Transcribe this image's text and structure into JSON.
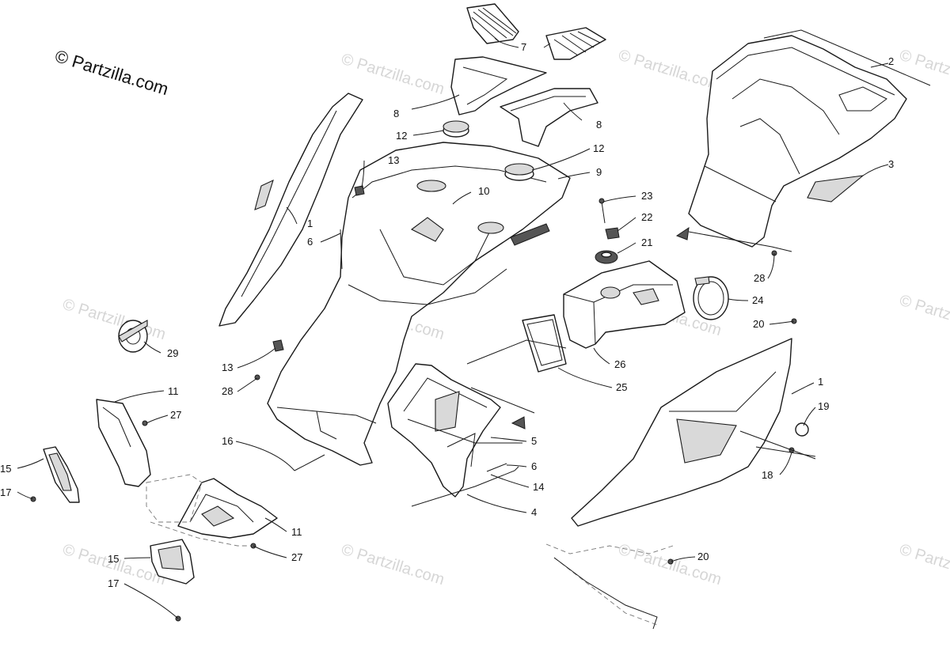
{
  "copyright_text": "© Partzilla.com",
  "watermark_text": "© Partzilla.com",
  "callouts": {
    "c1a": "1",
    "c1b": "1",
    "c2": "2",
    "c3": "3",
    "c4": "4",
    "c5": "5",
    "c6a": "6",
    "c6b": "6",
    "c7": "7",
    "c8a": "8",
    "c8b": "8",
    "c9": "9",
    "c10": "10",
    "c11a": "11",
    "c11b": "11",
    "c12a": "12",
    "c12b": "12",
    "c13a": "13",
    "c13b": "13",
    "c14": "14",
    "c15a": "15",
    "c15b": "15",
    "c16": "16",
    "c17a": "17",
    "c17b": "17",
    "c18": "18",
    "c19": "19",
    "c20a": "20",
    "c20b": "20",
    "c21": "21",
    "c22": "22",
    "c23": "23",
    "c24": "24",
    "c25": "25",
    "c26": "26",
    "c27a": "27",
    "c27b": "27",
    "c28a": "28",
    "c28b": "28",
    "c29": "29"
  }
}
